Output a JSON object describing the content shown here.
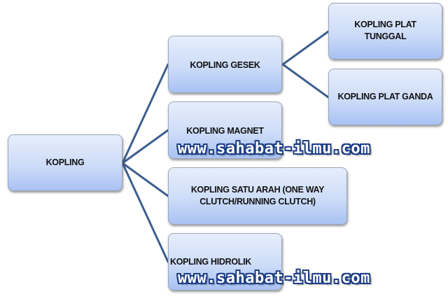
{
  "diagram": {
    "root": {
      "label": "KOPLING"
    },
    "children": [
      {
        "label": "KOPLING GESEK",
        "children": [
          {
            "label": "KOPLING PLAT TUNGGAL"
          },
          {
            "label": "KOPLING PLAT GANDA"
          }
        ]
      },
      {
        "label": "KOPLING MAGNET"
      },
      {
        "label": "KOPLING SATU ARAH (ONE WAY CLUTCH/RUNNING CLUTCH)"
      },
      {
        "label": "KOPLING HIDROLIK"
      }
    ],
    "connector_color": "#3d5f8f",
    "box_gradient": [
      "#e6eefb",
      "#a9c2f3"
    ]
  },
  "watermarks": [
    {
      "text": "www.sahabat-ilmu.com"
    },
    {
      "text": "www.sahabat-ilmu.com"
    }
  ]
}
